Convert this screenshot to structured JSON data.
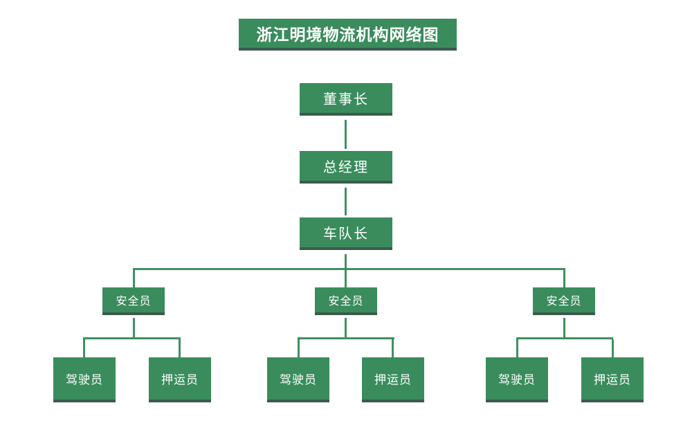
{
  "title": "浙江明境物流机构网络图",
  "colors": {
    "box_green": "#3a8c5d",
    "box_shadow": "#3c5a4b",
    "line_green": "#3d9160",
    "box_text": "#ffffff",
    "background": "#ffffff"
  },
  "org_chart": {
    "type": "org-hierarchy",
    "root": "董事长",
    "level2": "总经理",
    "level3": "车队长",
    "groups": [
      {
        "safety": "安全员",
        "children": [
          "驾驶员",
          "押运员"
        ]
      },
      {
        "safety": "安全员",
        "children": [
          "驾驶员",
          "押运员"
        ]
      },
      {
        "safety": "安全员",
        "children": [
          "驾驶员",
          "押运员"
        ]
      }
    ]
  }
}
